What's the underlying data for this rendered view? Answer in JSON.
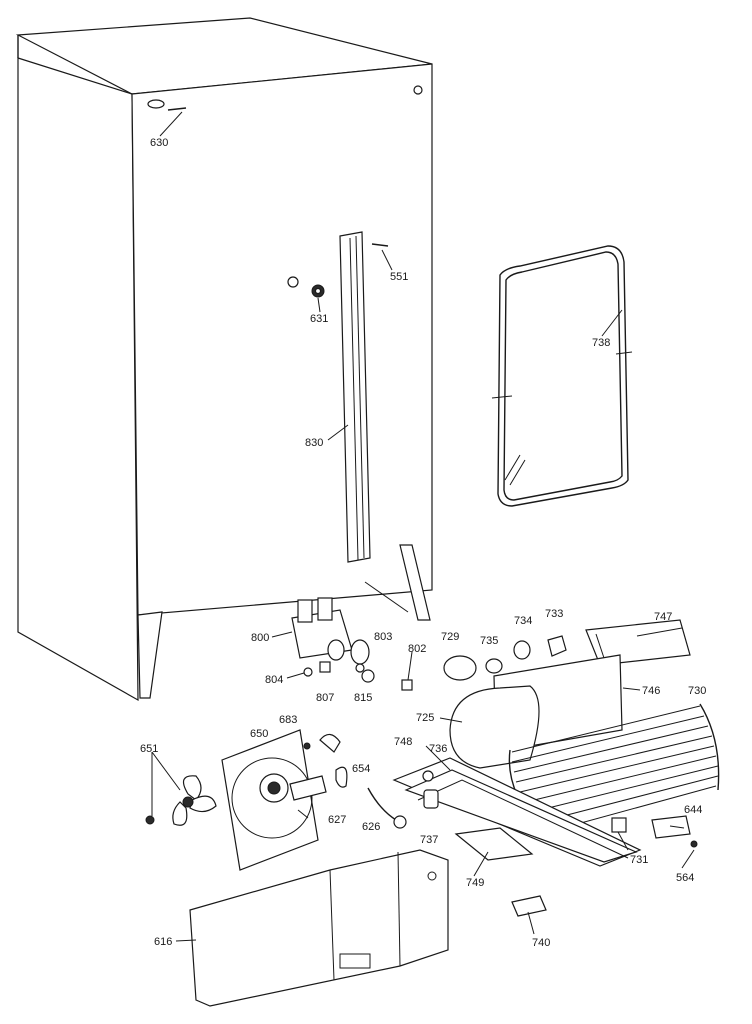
{
  "callouts": [
    {
      "id": "c630",
      "text": "630"
    },
    {
      "id": "c551",
      "text": "551"
    },
    {
      "id": "c631",
      "text": "631"
    },
    {
      "id": "c738",
      "text": "738"
    },
    {
      "id": "c830",
      "text": "830"
    },
    {
      "id": "c800",
      "text": "800"
    },
    {
      "id": "c804",
      "text": "804"
    },
    {
      "id": "c807",
      "text": "807"
    },
    {
      "id": "c803",
      "text": "803"
    },
    {
      "id": "c815",
      "text": "815"
    },
    {
      "id": "c802",
      "text": "802"
    },
    {
      "id": "c729",
      "text": "729"
    },
    {
      "id": "c735",
      "text": "735"
    },
    {
      "id": "c734",
      "text": "734"
    },
    {
      "id": "c733",
      "text": "733"
    },
    {
      "id": "c747",
      "text": "747"
    },
    {
      "id": "c746",
      "text": "746"
    },
    {
      "id": "c730",
      "text": "730"
    },
    {
      "id": "c725",
      "text": "725"
    },
    {
      "id": "c683",
      "text": "683"
    },
    {
      "id": "c650",
      "text": "650"
    },
    {
      "id": "c748",
      "text": "748"
    },
    {
      "id": "c736",
      "text": "736"
    },
    {
      "id": "c651",
      "text": "651"
    },
    {
      "id": "c654",
      "text": "654"
    },
    {
      "id": "c627",
      "text": "627"
    },
    {
      "id": "c626",
      "text": "626"
    },
    {
      "id": "c737",
      "text": "737"
    },
    {
      "id": "c644",
      "text": "644"
    },
    {
      "id": "c731",
      "text": "731"
    },
    {
      "id": "c564",
      "text": "564"
    },
    {
      "id": "c749",
      "text": "749"
    },
    {
      "id": "c616",
      "text": "616"
    },
    {
      "id": "c740",
      "text": "740"
    }
  ]
}
